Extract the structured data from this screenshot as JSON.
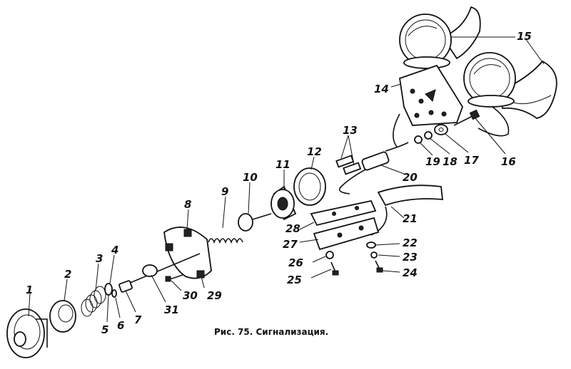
{
  "caption": "Рис. 75. Сигнализация.",
  "callouts": [
    "1",
    "2",
    "3",
    "4",
    "5",
    "6",
    "7",
    "8",
    "9",
    "10",
    "11",
    "12",
    "13",
    "14",
    "15",
    "16",
    "17",
    "18",
    "19",
    "20",
    "21",
    "22",
    "23",
    "24",
    "25",
    "26",
    "27",
    "28",
    "29",
    "30",
    "31"
  ]
}
